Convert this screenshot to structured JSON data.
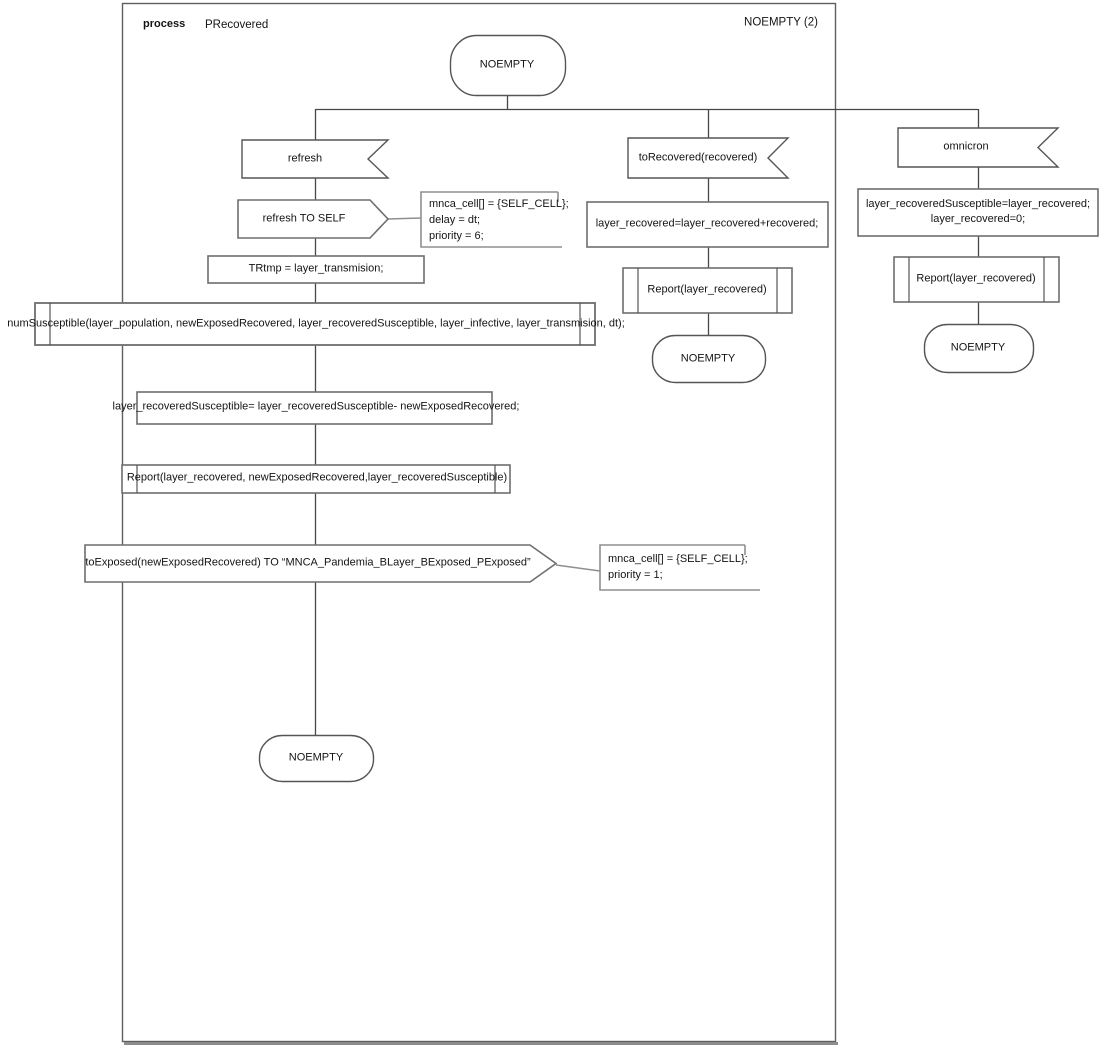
{
  "colors": {
    "background": "#ffffff",
    "shape_line": "#5c5c5c",
    "connector_line": "#474747",
    "comment_line": "#8f8f8f",
    "text": "#141414"
  },
  "header": {
    "kind_label": "process",
    "process_name": "PRecovered",
    "state_heading": "NOEMPTY (2)"
  },
  "start_state": {
    "label": "NOEMPTY"
  },
  "branch_refresh": {
    "input_label": "refresh",
    "output_label": "refresh TO SELF",
    "output_comment_lines": [
      "mnca_cell[] = {SELF_CELL};",
      "delay = dt;",
      "priority = 6;"
    ],
    "task1_label": "TRtmp = layer_transmision;",
    "procedure1_label": "numSusceptible(layer_population, newExposedRecovered, layer_recoveredSusceptible, layer_infective, layer_transmision, dt);",
    "task2_label": "layer_recoveredSusceptible= layer_recoveredSusceptible- newExposedRecovered;",
    "procedure2_label": "Report(layer_recovered, newExposedRecovered,layer_recoveredSusceptible)",
    "output2_label": "toExposed(newExposedRecovered) TO “MNCA_Pandemia_BLayer_BExposed_PExposed”",
    "output2_comment_lines": [
      "mnca_cell[] = {SELF_CELL};",
      "priority = 1;"
    ],
    "end_state_label": "NOEMPTY"
  },
  "branch_torecovered": {
    "input_label": "toRecovered(recovered)",
    "task_label": "layer_recovered=layer_recovered+recovered;",
    "procedure_label": "Report(layer_recovered)",
    "end_state_label": "NOEMPTY"
  },
  "branch_omnicron": {
    "input_label": "omnicron",
    "task_lines": [
      "layer_recoveredSusceptible=layer_recovered;",
      "layer_recovered=0;"
    ],
    "procedure_label": "Report(layer_recovered)",
    "end_state_label": "NOEMPTY"
  }
}
